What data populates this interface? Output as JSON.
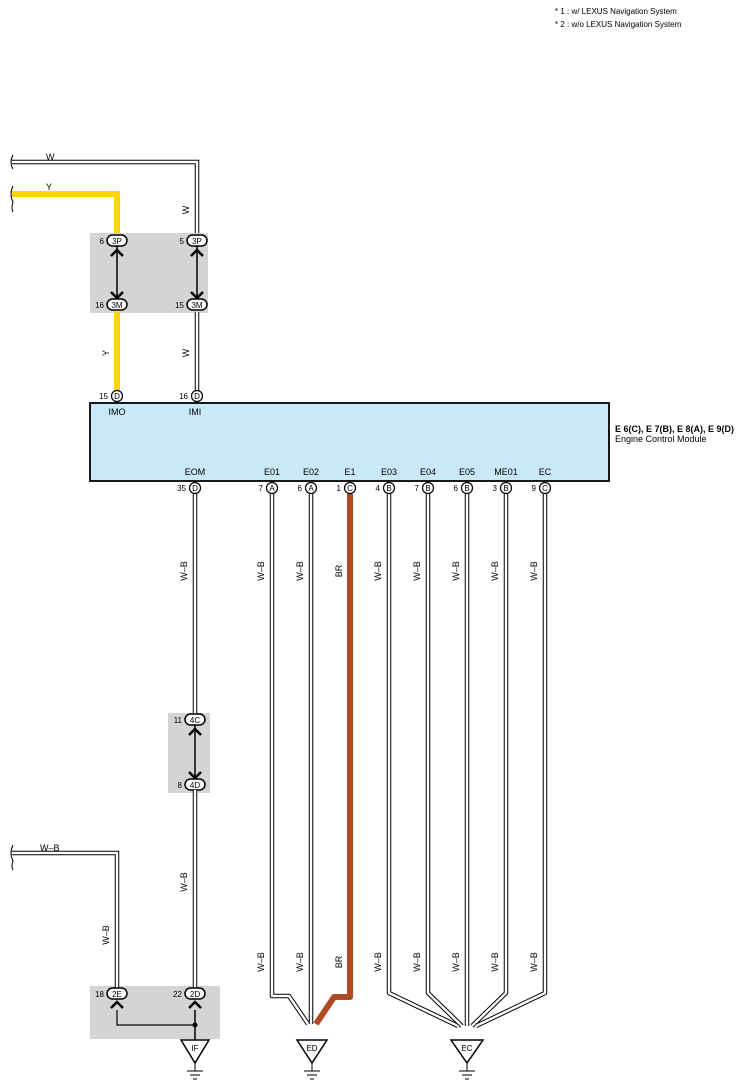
{
  "notes": [
    "* 1 : w/ LEXUS Navigation System",
    "* 2 : w/o LEXUS Navigation System"
  ],
  "ecm": {
    "connector_ids": "E 6(C), E 7(B), E 8(A), E 9(D)",
    "name": "Engine Control Module",
    "fill": "#c9e8f8"
  },
  "colors": {
    "yellow": "#ffd500",
    "brown": "#b04a25",
    "gray_box": "#d4d4d4"
  },
  "top_pins": [
    {
      "num": "15",
      "conn": "D",
      "label": "IMO"
    },
    {
      "num": "16",
      "conn": "D",
      "label": "IMI"
    }
  ],
  "bottom_pins": [
    {
      "num": "35",
      "conn": "D",
      "label": "EOM",
      "wire": "W–B"
    },
    {
      "num": "7",
      "conn": "A",
      "label": "E01",
      "wire": "W–B"
    },
    {
      "num": "6",
      "conn": "A",
      "label": "E02",
      "wire": "W–B"
    },
    {
      "num": "1",
      "conn": "C",
      "label": "E1",
      "wire": "BR"
    },
    {
      "num": "4",
      "conn": "B",
      "label": "E03",
      "wire": "W–B"
    },
    {
      "num": "7",
      "conn": "B",
      "label": "E04",
      "wire": "W–B"
    },
    {
      "num": "6",
      "conn": "B",
      "label": "E05",
      "wire": "W–B"
    },
    {
      "num": "3",
      "conn": "B",
      "label": "ME01",
      "wire": "W–B"
    },
    {
      "num": "9",
      "conn": "C",
      "label": "EC",
      "wire": "W–B"
    }
  ],
  "junctions": {
    "p6": {
      "num": "6",
      "conn": "3P"
    },
    "p5": {
      "num": "5",
      "conn": "3P"
    },
    "m16": {
      "num": "16",
      "conn": "3M"
    },
    "m15": {
      "num": "15",
      "conn": "3M"
    },
    "c11": {
      "num": "11",
      "conn": "4C"
    },
    "d8": {
      "num": "8",
      "conn": "4D"
    },
    "e18": {
      "num": "18",
      "conn": "2E"
    },
    "d22": {
      "num": "22",
      "conn": "2D"
    }
  },
  "wire_labels": {
    "w_top": "W",
    "y_top": "Y",
    "w_vert": "W",
    "y_low": "Y",
    "w_low": "W",
    "wb_left_top": "W–B",
    "wb_left_vert": "W–B",
    "wb_eom_low": "W–B",
    "br": "BR"
  },
  "grounds": {
    "if": "IF",
    "ed": "ED",
    "ec": "EC"
  }
}
